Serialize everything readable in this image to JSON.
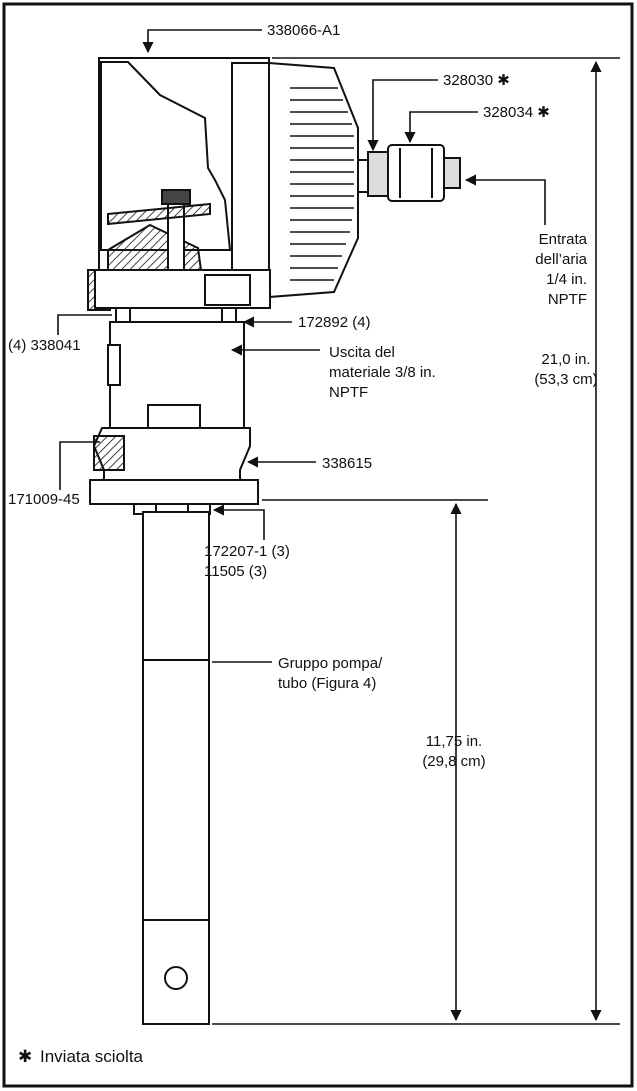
{
  "figure": {
    "callouts": {
      "top_part": "338066-A1",
      "fitting_1": "328030 ✱",
      "fitting_2": "328034 ✱",
      "air_inlet": [
        "Entrata",
        "dell’aria",
        "1/4 in.",
        "NPTF"
      ],
      "screw_set": "172892 (4)",
      "left_screw": "(4) 338041",
      "material_outlet": [
        "Uscita del",
        "materiale 3/8 in.",
        "NPTF"
      ],
      "overall_height": [
        "21,0 in.",
        "(53,3 cm)"
      ],
      "ring": "338615",
      "seal": "171009-45",
      "bottom_parts": [
        "172207-1 (3)",
        "11505 (3)"
      ],
      "pump_tube": [
        "Gruppo pompa/",
        "tubo (Figura 4)"
      ],
      "tube_length": [
        "11,75 in.",
        "(29,8 cm)"
      ]
    },
    "footnote": {
      "symbol": "✱",
      "text": "Inviata sciolta"
    }
  }
}
